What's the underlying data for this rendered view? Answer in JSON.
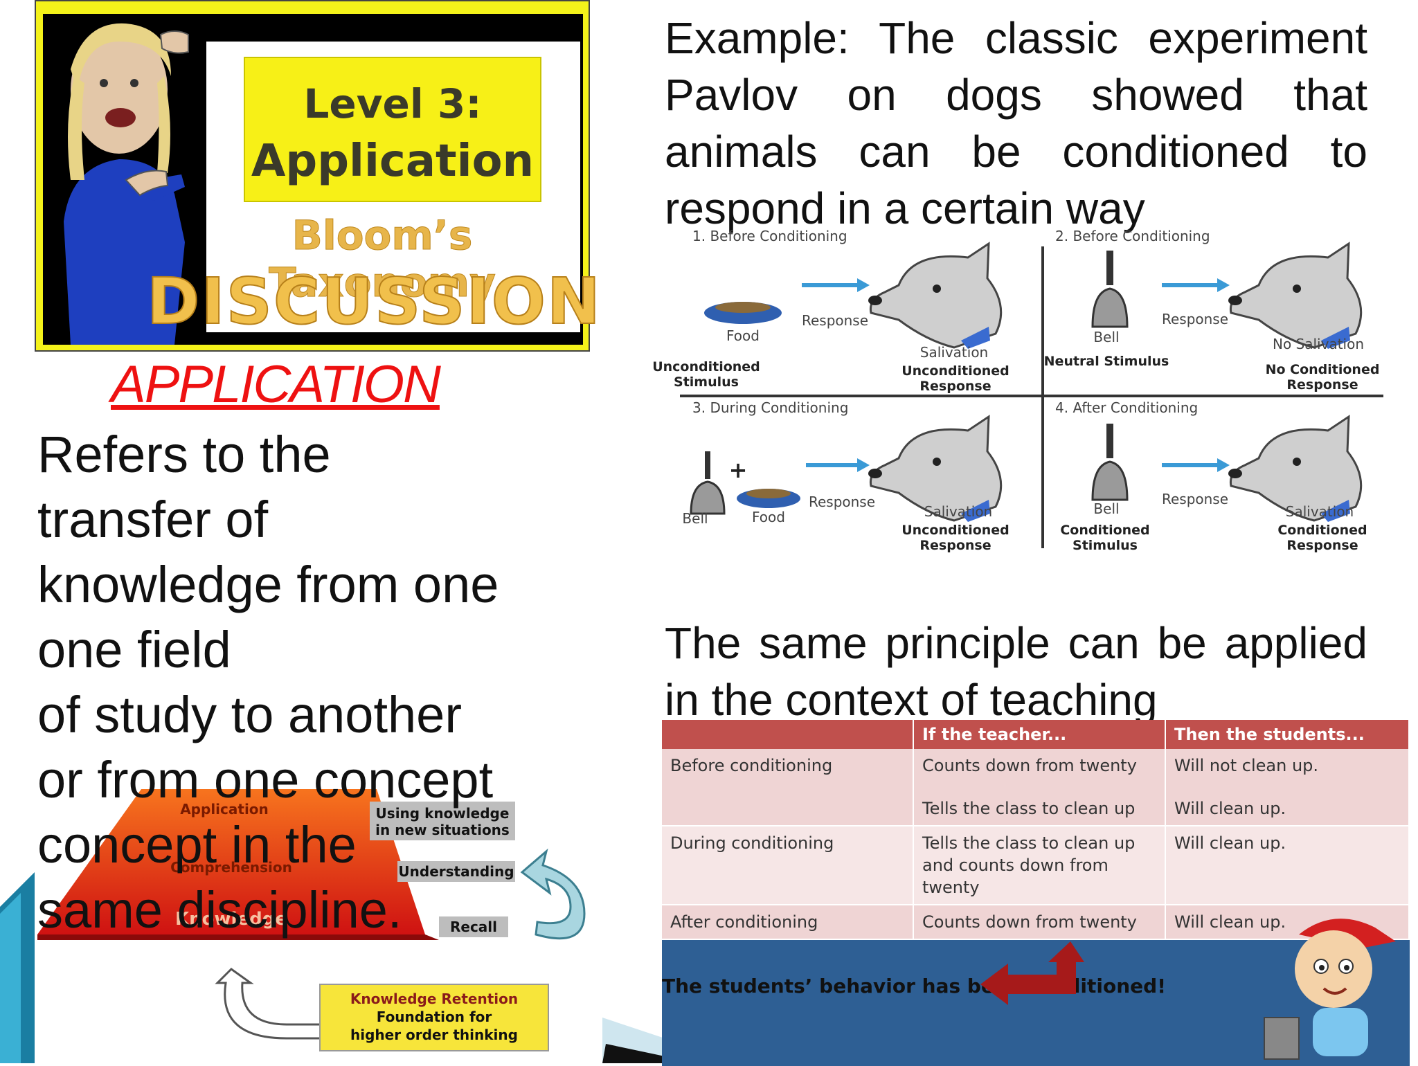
{
  "banner": {
    "level": "Level 3:",
    "title": "Application",
    "subtitle": "Bloom’s Taxonomy",
    "word": "DISCUSSION"
  },
  "left": {
    "heading": "APPLICATION",
    "definition_lines": [
      "Refers to the",
      "transfer of",
      "knowledge from one",
      "one field",
      "of study to another",
      "or from one concept",
      "concept in the",
      "same discipline."
    ]
  },
  "pyramid": {
    "levels": [
      "Application",
      "Comprehension",
      "Knowledge"
    ],
    "tags": [
      "Using knowledge in new situations",
      "Understanding",
      "Recall"
    ],
    "tag_line1": "Using knowledge",
    "tag_line2": "in new situations",
    "retention_line1": "Knowledge Retention",
    "retention_line2": "Foundation for",
    "retention_line3": "higher order thinking",
    "colors": {
      "top": "#f35a1b",
      "bottom": "#d11414",
      "tag": "#bdbdbd",
      "retention": "#f6e23a"
    }
  },
  "right": {
    "example": "Example: The classic experiment Pavlov on dogs showed that animals can be conditioned to respond in a certain way",
    "principle": "The same principle can be applied in the context of teaching"
  },
  "diagram": {
    "panel1": {
      "title": "1. Before Conditioning",
      "object": "Food",
      "arrow": "Response",
      "result": "Salivation",
      "left_label1": "Unconditioned",
      "left_label2": "Stimulus",
      "right_label1": "Unconditioned",
      "right_label2": "Response"
    },
    "panel2": {
      "title": "2. Before Conditioning",
      "object": "Bell",
      "arrow": "Response",
      "result": "No Salivation",
      "left_label1": "Neutral Stimulus",
      "right_label1": "No Conditioned",
      "right_label2": "Response"
    },
    "panel3": {
      "title": "3. During Conditioning",
      "object1": "Bell",
      "plus": "+",
      "object2": "Food",
      "arrow": "Response",
      "result": "Salivation",
      "right_label1": "Unconditioned",
      "right_label2": "Response"
    },
    "panel4": {
      "title": "4. After Conditioning",
      "object": "Bell",
      "arrow": "Response",
      "result": "Salivation",
      "left_label1": "Conditioned",
      "left_label2": "Stimulus",
      "right_label1": "Conditioned",
      "right_label2": "Response"
    }
  },
  "table": {
    "headers": [
      "",
      "If the teacher...",
      "Then the students..."
    ],
    "rows": [
      {
        "phase": "Before conditioning",
        "teacher1": "Counts down from twenty",
        "students1": "Will not clean up.",
        "teacher2": "Tells the class to clean up",
        "students2": "Will clean up."
      },
      {
        "phase": "During conditioning",
        "teacher1": "Tells the class to clean up",
        "teacher1b": "and counts down from",
        "teacher1c": "twenty",
        "students1": "Will clean up."
      },
      {
        "phase": "After conditioning",
        "teacher1": "Counts down from twenty",
        "students1": "Will clean up."
      }
    ],
    "footer": "The students’ behavior has been conditioned!"
  }
}
